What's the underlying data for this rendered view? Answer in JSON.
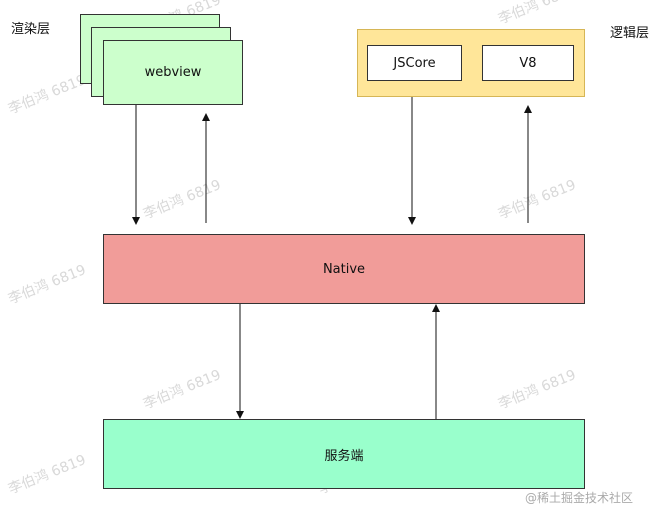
{
  "render_layer": {
    "label": "渲染层",
    "box": "webview"
  },
  "logic_layer": {
    "label": "逻辑层",
    "engines": [
      "JSCore",
      "V8"
    ]
  },
  "native": {
    "label": "Native"
  },
  "server": {
    "label": "服务端"
  },
  "watermark": "李伯鸿 6819",
  "credit": "@稀土掘金技术社区",
  "colors": {
    "webview_fill": "#ccffcc",
    "native_fill": "#f19c99",
    "server_fill": "#99ffcc",
    "logic_fill": "#ffe699",
    "logic_stroke": "#d6b656"
  }
}
